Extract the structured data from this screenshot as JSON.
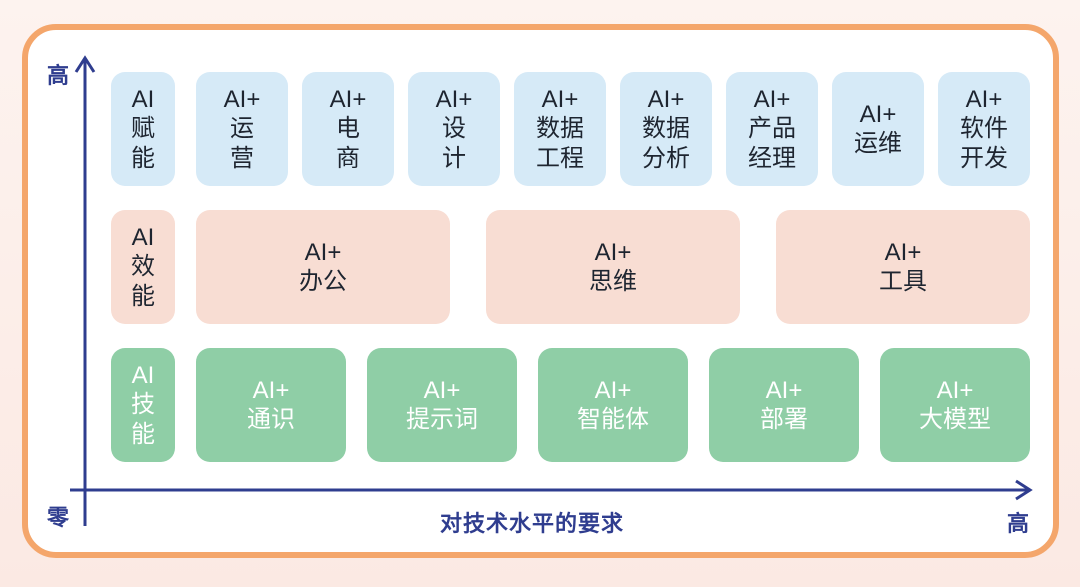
{
  "axes": {
    "y_high": "高",
    "origin": "零",
    "x_high": "高",
    "x_title": "对技术水平的要求"
  },
  "rows": {
    "empowerment": {
      "label": [
        "AI",
        "赋",
        "能"
      ],
      "items": [
        [
          "AI+",
          "运",
          "营"
        ],
        [
          "AI+",
          "电",
          "商"
        ],
        [
          "AI+",
          "设",
          "计"
        ],
        [
          "AI+",
          "数据",
          "工程"
        ],
        [
          "AI+",
          "数据",
          "分析"
        ],
        [
          "AI+",
          "产品",
          "经理"
        ],
        [
          "AI+",
          "运维"
        ],
        [
          "AI+",
          "软件",
          "开发"
        ]
      ]
    },
    "efficiency": {
      "label": [
        "AI",
        "效",
        "能"
      ],
      "items": [
        [
          "AI+",
          "办公"
        ],
        [
          "AI+",
          "思维"
        ],
        [
          "AI+",
          "工具"
        ]
      ]
    },
    "skills": {
      "label": [
        "AI",
        "技",
        "能"
      ],
      "items": [
        [
          "AI+",
          "通识"
        ],
        [
          "AI+",
          "提示词"
        ],
        [
          "AI+",
          "智能体"
        ],
        [
          "AI+",
          "部署"
        ],
        [
          "AI+",
          "大模型"
        ]
      ]
    }
  },
  "colors": {
    "frame": "#f4a66b",
    "axis": "#2f3d8f",
    "empowerment_bg": "#d6eaf7",
    "efficiency_bg": "#f8ddd3",
    "skills_bg": "#8fcea6"
  }
}
